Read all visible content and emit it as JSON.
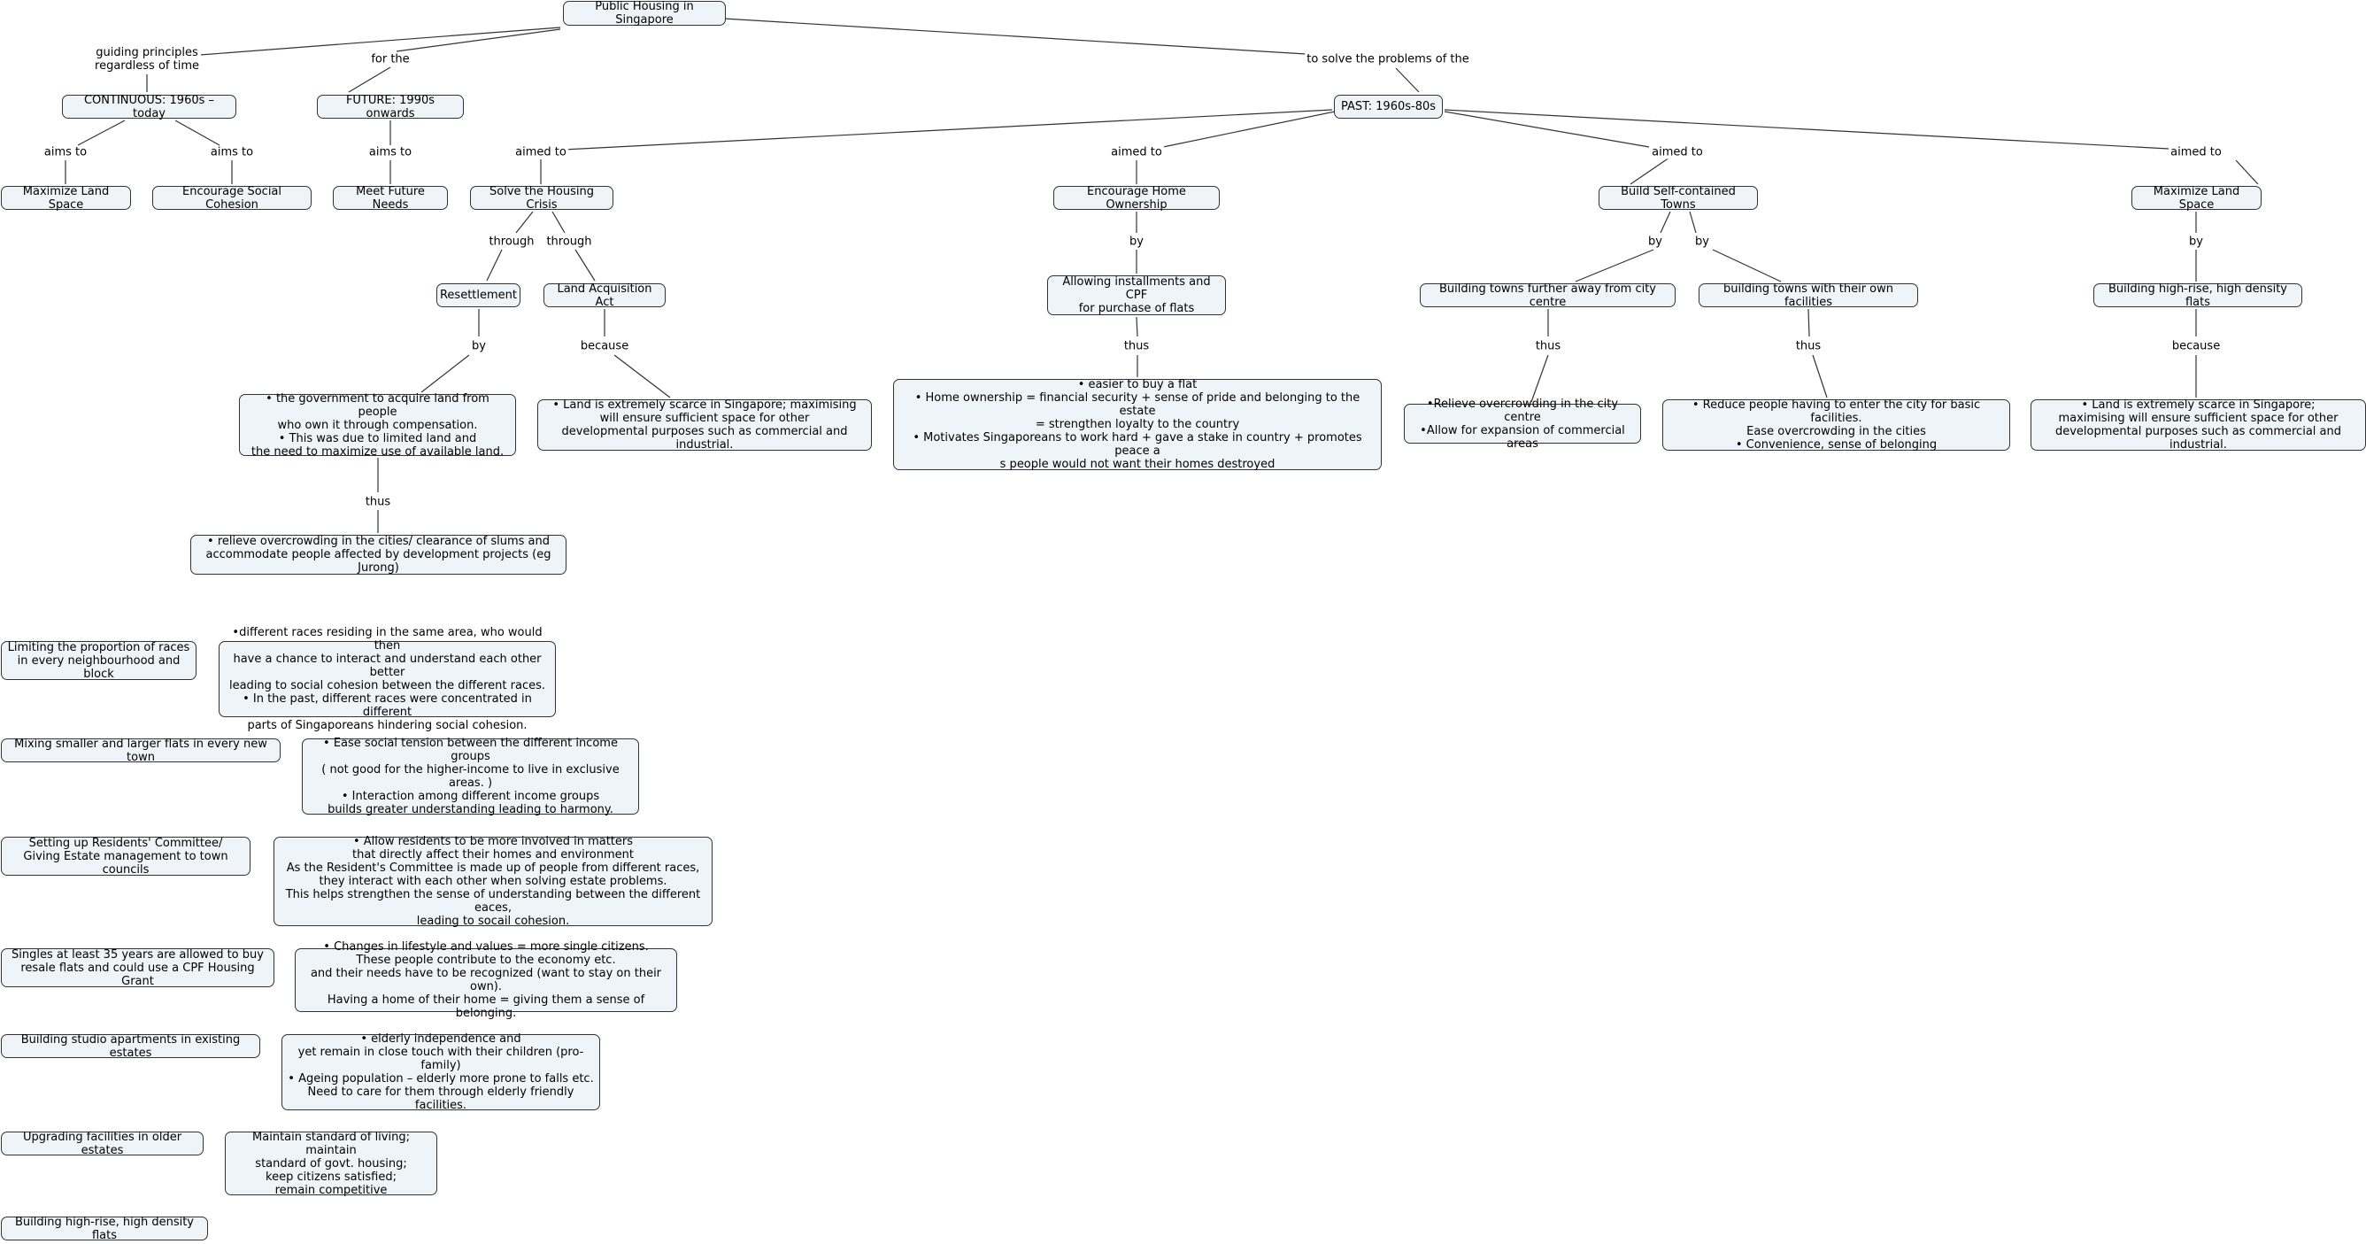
{
  "map": {
    "nodes": [
      {
        "id": "root",
        "text": "Public Housing in Singapore"
      },
      {
        "id": "continuous",
        "text": "CONTINUOUS: 1960s – today"
      },
      {
        "id": "future",
        "text": "FUTURE: 1990s onwards"
      },
      {
        "id": "past",
        "text": "PAST: 1960s-80s"
      },
      {
        "id": "max_land_1",
        "text": "Maximize Land Space"
      },
      {
        "id": "social_cohesion",
        "text": "Encourage Social Cohesion"
      },
      {
        "id": "future_needs",
        "text": "Meet Future Needs"
      },
      {
        "id": "housing_crisis",
        "text": "Solve the Housing Crisis"
      },
      {
        "id": "home_ownership",
        "text": "Encourage Home Ownership"
      },
      {
        "id": "self_towns",
        "text": "Build Self-contained Towns"
      },
      {
        "id": "max_land_2",
        "text": "Maximize Land Space"
      },
      {
        "id": "resettlement",
        "text": "Resettlement"
      },
      {
        "id": "land_act",
        "text": "Land Acquisition Act"
      },
      {
        "id": "installments",
        "text": "Allowing installments and CPF\nfor purchase of flats"
      },
      {
        "id": "towns_far",
        "text": "Building towns further away from city centre"
      },
      {
        "id": "towns_facilities",
        "text": "building towns with their own facilities"
      },
      {
        "id": "highrise_1",
        "text": "Building high-rise, high density flats"
      },
      {
        "id": "gov_acquire",
        "text": "•    the government to acquire land from people\nwho own it through compensation.\n•    This was due to limited land and\nthe need to maximize use of available land."
      },
      {
        "id": "scarce_1",
        "text": "•    Land is extremely scarce in Singapore; maximising\nwill ensure sufficient space  for other\ndevelopmental purposes such as commercial and industrial."
      },
      {
        "id": "easier_flat",
        "text": "•    easier to buy a flat\n•    Home ownership = financial security + sense of pride and belonging to the estate\n= strengthen loyalty to the country\n•    Motivates Singaporeans to work hard + gave a stake in country + promotes peace a\ns people would not want their homes destroyed"
      },
      {
        "id": "relieve_city",
        "text": "•Relieve overcrowding in the city centre\n•Allow for expansion of commercial areas"
      },
      {
        "id": "reduce_enter",
        "text": "•    Reduce people having to enter the city for basic facilities.\nEase overcrowding in the cities\n•    Convenience, sense of belonging"
      },
      {
        "id": "scarce_2",
        "text": "•    Land is extremely scarce in Singapore;\nmaximising will ensure sufficient space  for other\ndevelopmental purposes such as commercial and industrial."
      },
      {
        "id": "relieve_slums",
        "text": "• relieve overcrowding in the cities/ clearance of slums and\naccommodate people affected by development projects (eg Jurong)"
      },
      {
        "id": "races",
        "text": "Limiting the proportion of races\nin every neighbourhood and block"
      },
      {
        "id": "races_why",
        "text": "•different races residing in the same area, who would then\nhave a chance to interact and understand each other better\nleading to social cohesion between the different races.\n• In the past, different races were concentrated in different\nparts of Singaporeans hindering social cohesion."
      },
      {
        "id": "mixing",
        "text": "Mixing smaller and larger flats in every new town"
      },
      {
        "id": "mixing_why",
        "text": "•    Ease social tension between the different income groups\n( not good for the higher-income to live in exclusive areas. )\n•    Interaction among different income groups\nbuilds greater understanding leading to harmony."
      },
      {
        "id": "rc",
        "text": "Setting up Residents' Committee/\nGiving Estate management to town councils"
      },
      {
        "id": "rc_why",
        "text": "•    Allow residents to be more involved in matters\nthat directly affect their homes and environment\nAs the Resident's Committee is made up of people from different races,\nthey interact with each other when solving estate problems.\nThis helps strengthen the sense of understanding between the different eaces,\nleading to socail cohesion."
      },
      {
        "id": "singles",
        "text": "Singles at least 35 years are allowed to buy\nresale flats and could use a CPF Housing Grant"
      },
      {
        "id": "singles_why",
        "text": "•    Changes in lifestyle and values = more single citizens.\nThese people contribute to the economy etc.\nand their needs have to be recognized (want to stay on their own).\nHaving a home of their home = giving them a sense of belonging."
      },
      {
        "id": "studio",
        "text": "Building studio apartments in existing estates"
      },
      {
        "id": "studio_why",
        "text": "•    elderly independence and\nyet remain in close touch with their children (pro-family)\n•    Ageing population – elderly more prone to falls etc.\nNeed to care for them through elderly friendly facilities."
      },
      {
        "id": "upgrading",
        "text": "Upgrading facilities in older estates"
      },
      {
        "id": "upgrading_why",
        "text": "Maintain standard of living; maintain\nstandard of govt. housing;\nkeep citizens satisfied;\nremain competitive"
      },
      {
        "id": "highrise_2",
        "text": "Building high-rise, high density flats"
      }
    ],
    "labels": [
      {
        "id": "l_guiding",
        "text": "guiding principles\nregardless of time"
      },
      {
        "id": "l_for",
        "text": "for the"
      },
      {
        "id": "l_solve",
        "text": "to solve the problems of the"
      },
      {
        "id": "l_aims1",
        "text": "aims to"
      },
      {
        "id": "l_aims2",
        "text": "aims to"
      },
      {
        "id": "l_aims3",
        "text": "aims to"
      },
      {
        "id": "l_aimed1",
        "text": "aimed to"
      },
      {
        "id": "l_aimed2",
        "text": "aimed to"
      },
      {
        "id": "l_aimed3",
        "text": "aimed to"
      },
      {
        "id": "l_aimed4",
        "text": "aimed to"
      },
      {
        "id": "l_through1",
        "text": "through"
      },
      {
        "id": "l_through2",
        "text": "through"
      },
      {
        "id": "l_by_ho",
        "text": "by"
      },
      {
        "id": "l_by_t1",
        "text": "by"
      },
      {
        "id": "l_by_t2",
        "text": "by"
      },
      {
        "id": "l_by_ml",
        "text": "by"
      },
      {
        "id": "l_by_res",
        "text": "by"
      },
      {
        "id": "l_because1",
        "text": "because"
      },
      {
        "id": "l_thus_inst",
        "text": "thus"
      },
      {
        "id": "l_thus_far",
        "text": "thus"
      },
      {
        "id": "l_thus_fac",
        "text": "thus"
      },
      {
        "id": "l_because2",
        "text": "because"
      },
      {
        "id": "l_thus_gov",
        "text": "thus"
      }
    ]
  }
}
